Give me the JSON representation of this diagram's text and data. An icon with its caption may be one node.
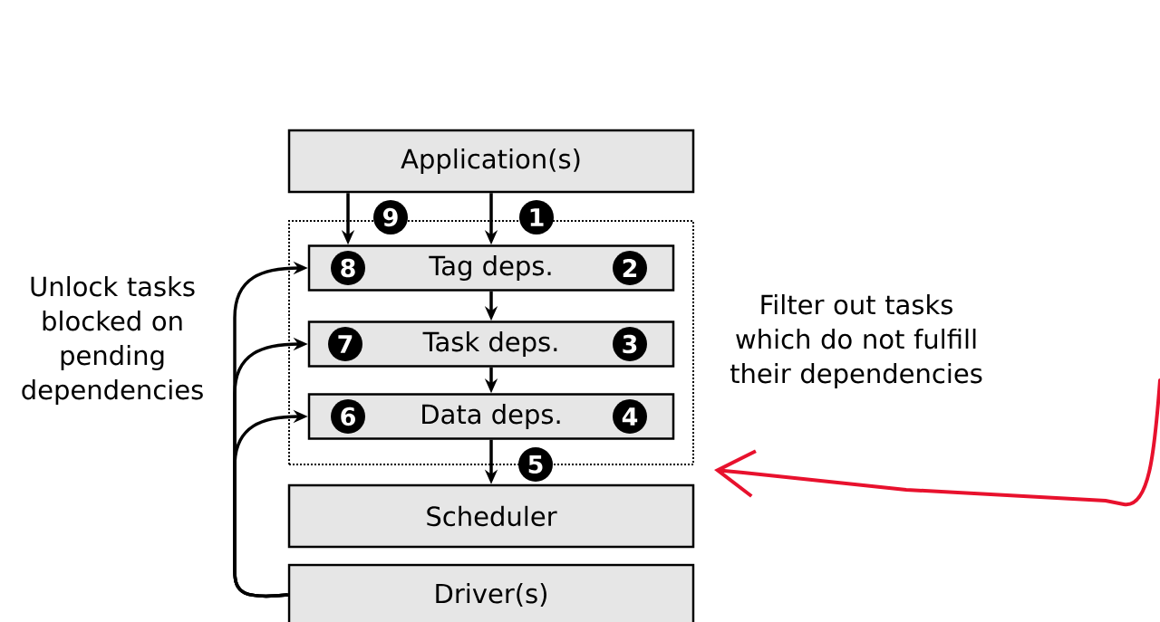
{
  "diagram": {
    "nodes": [
      {
        "text": [
          "Application(s)"
        ]
      },
      {
        "text": [],
        "shape": "box",
        "beside": [
          "Filter out tasks which do not fulfill their dependencies"
        ]
      },
      {
        "text": [
          "Tag deps."
        ],
        "in": 1
      },
      {
        "text": [
          "Task deps."
        ],
        "in": 1
      },
      {
        "text": [
          "Data deps."
        ],
        "in": 1
      },
      {
        "text": [
          "Scheduler"
        ]
      },
      {
        "text": [
          "Driver(s)"
        ]
      }
    ],
    "edges": [
      {
        "from": 0,
        "to": 2,
        "arrow": "to"
      },
      {
        "from": 0,
        "to": 2,
        "arrow": "to"
      },
      {
        "from": 2,
        "to": 3,
        "arrow": "to"
      },
      {
        "from": 3,
        "to": 4,
        "arrow": "to"
      },
      {
        "from": 4,
        "to": 5,
        "arrow": "to"
      },
      {
        "from": 6,
        "to": 2,
        "arrow": "to"
      },
      {
        "from": 6,
        "to": 3,
        "arrow": "to"
      },
      {
        "from": 6,
        "to": 4,
        "arrow": "to"
      },
      {
        "from": null,
        "to": 1,
        "arrow": "to",
        "color": "#e8112d"
      }
    ],
    "labels": [
      "9",
      "1",
      "Unlock tasks blocked on pending dependencies",
      "8",
      "2",
      "7",
      "3",
      "6",
      "4",
      "5"
    ]
  }
}
